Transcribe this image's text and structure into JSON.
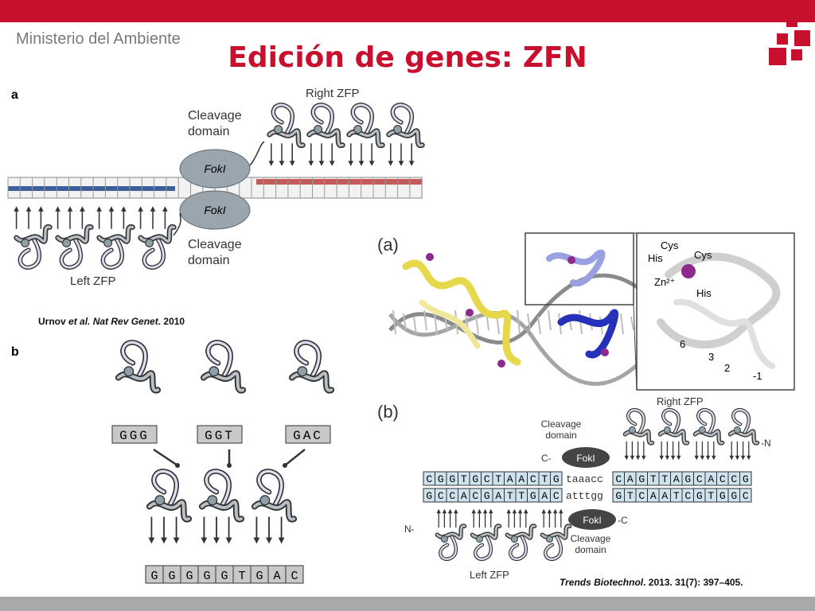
{
  "header": {
    "ministry": "Ministerio del Ambiente",
    "title": "Edición de genes: ZFN",
    "accent_color": "#c8102e"
  },
  "panel_a": {
    "letter": "a",
    "right_zfp": "Right ZFP",
    "left_zfp": "Left ZFP",
    "cleavage_top": [
      "Cleavage",
      "domain"
    ],
    "cleavage_bottom": [
      "Cleavage",
      "domain"
    ],
    "foki_top": "FokI",
    "foki_bottom": "FokI"
  },
  "citation_1": {
    "authors": "Urnov ",
    "etal": "et al. Nat Rev Genet",
    "year": ". 2010"
  },
  "panel_b": {
    "letter": "b",
    "triplets": [
      "GGG",
      "GGT",
      "GAC"
    ],
    "combined": [
      "G",
      "G",
      "G",
      "G",
      "G",
      "T",
      "G",
      "A",
      "C"
    ]
  },
  "panel_structure": {
    "label": "(a)",
    "zoom_labels": {
      "cys1": "Cys",
      "cys2": "Cys",
      "his1": "His",
      "his2": "His",
      "zn": "Zn²⁺",
      "n6": "6",
      "n3": "3",
      "n2": "2",
      "nm1": "-1"
    }
  },
  "panel_dna": {
    "label": "(b)",
    "right_zfp": "Right ZFP",
    "cleavage_top": [
      "Cleavage",
      "domain"
    ],
    "cleavage_bottom": [
      "Cleavage",
      "domain"
    ],
    "foki_top": "FokI",
    "foki_bottom": "FokI",
    "c_top": "C-",
    "n_top": "-N",
    "n_bottom": "N-",
    "c_bottom": "-C",
    "left_zfp": "Left ZFP",
    "top_left_seq": [
      "C",
      "G",
      "G",
      "T",
      "G",
      "C",
      "T",
      "A",
      "A",
      "C",
      "T",
      "G"
    ],
    "top_spacer": "taaacc",
    "top_right_seq": [
      "C",
      "A",
      "G",
      "T",
      "T",
      "A",
      "G",
      "C",
      "A",
      "C",
      "C",
      "G"
    ],
    "bottom_left_seq": [
      "G",
      "C",
      "C",
      "A",
      "C",
      "G",
      "A",
      "T",
      "T",
      "G",
      "A",
      "C"
    ],
    "bottom_spacer": "atttgg",
    "bottom_right_seq": [
      "G",
      "T",
      "C",
      "A",
      "A",
      "T",
      "C",
      "G",
      "T",
      "G",
      "G",
      "C"
    ]
  },
  "citation_2": {
    "journal": "Trends Biotechnol",
    "rest": ". 2013. 31(7): 397–405."
  }
}
